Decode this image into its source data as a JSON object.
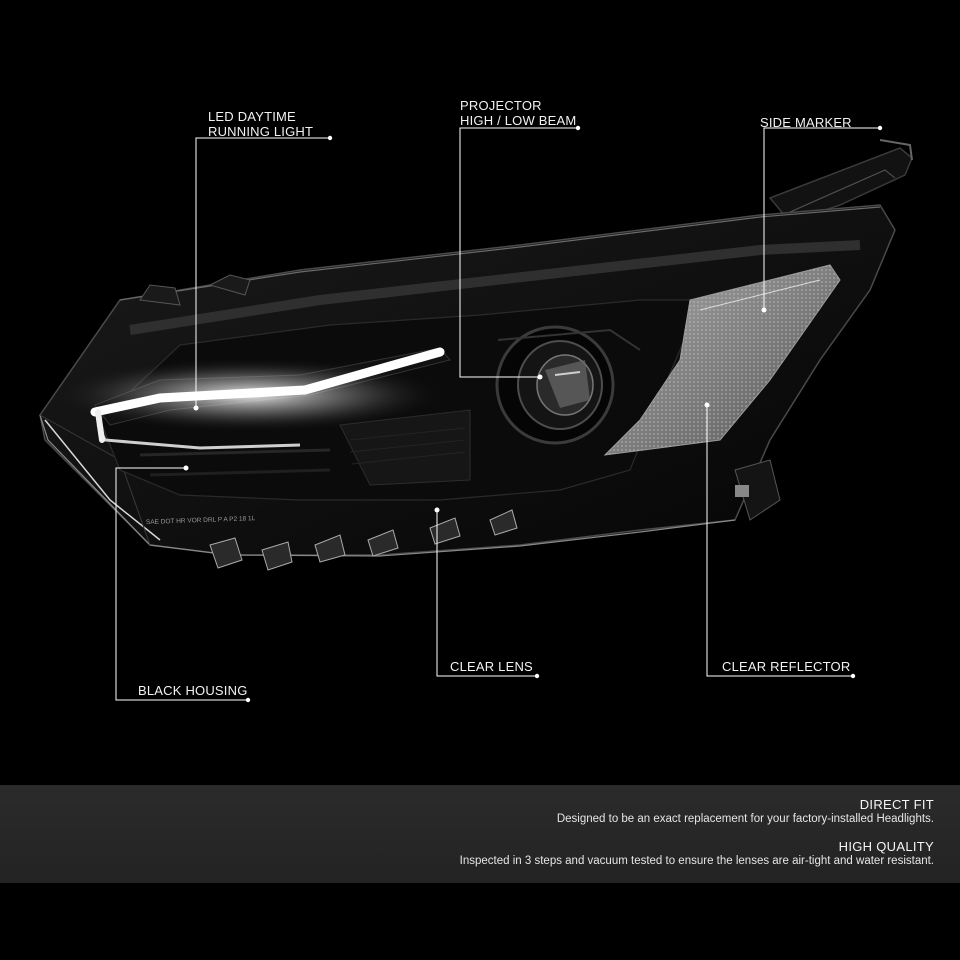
{
  "callouts": {
    "drl_line1": "LED DAYTIME",
    "drl_line2": "RUNNING LIGHT",
    "projector_line1": "PROJECTOR",
    "projector_line2": "HIGH / LOW BEAM",
    "side_marker": "SIDE MARKER",
    "black_housing": "BLACK HOUSING",
    "clear_lens": "CLEAR LENS",
    "clear_reflector": "CLEAR REFLECTOR"
  },
  "lens_print": "SAE DOT HR VOR DRL P A P2 18 1L",
  "features": [
    {
      "title": "DIRECT FIT",
      "description": "Designed to be an exact replacement for your factory-installed Headlights."
    },
    {
      "title": "HIGH QUALITY",
      "description": "Inspected in 3 steps and vacuum tested to ensure the lenses are air-tight and water resistant."
    }
  ],
  "colors": {
    "background": "#000000",
    "callout_line": "#ffffff",
    "info_bar": "#262626",
    "drl_glow": "#ffffff"
  }
}
